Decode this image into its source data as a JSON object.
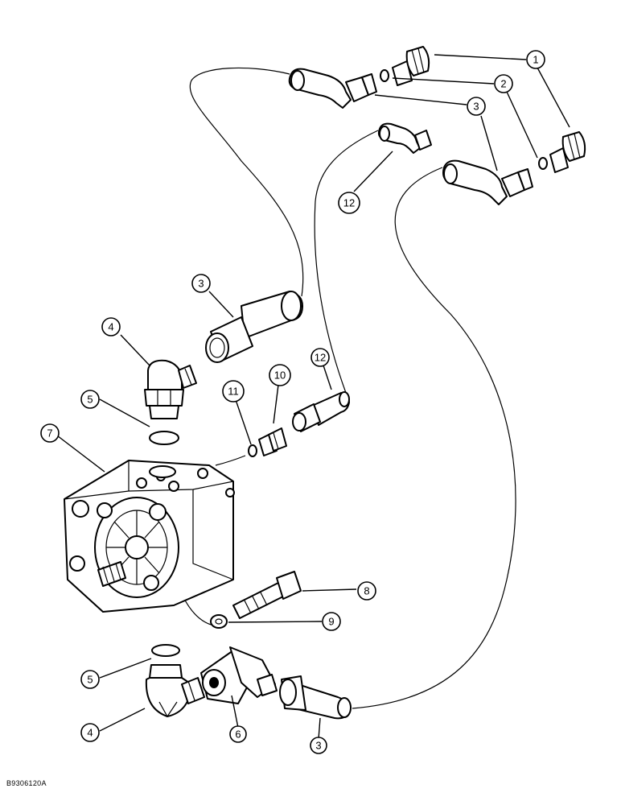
{
  "callouts": [
    {
      "id": "c1a",
      "label": "1"
    },
    {
      "id": "c2a",
      "label": "2"
    },
    {
      "id": "c3a",
      "label": "3"
    },
    {
      "id": "c3b",
      "label": "3"
    },
    {
      "id": "c12a",
      "label": "12"
    },
    {
      "id": "c3c",
      "label": "3"
    },
    {
      "id": "c4a",
      "label": "4"
    },
    {
      "id": "c10",
      "label": "10"
    },
    {
      "id": "c11",
      "label": "11"
    },
    {
      "id": "c12b",
      "label": "12"
    },
    {
      "id": "c5a",
      "label": "5"
    },
    {
      "id": "c7",
      "label": "7"
    },
    {
      "id": "c8",
      "label": "8"
    },
    {
      "id": "c9",
      "label": "9"
    },
    {
      "id": "c5b",
      "label": "5"
    },
    {
      "id": "c4b",
      "label": "4"
    },
    {
      "id": "c6",
      "label": "6"
    },
    {
      "id": "c3d",
      "label": "3"
    }
  ],
  "document_code": "B9306120A"
}
